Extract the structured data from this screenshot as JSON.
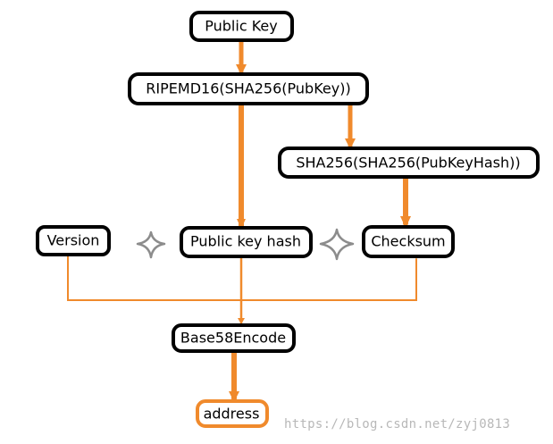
{
  "nodes": {
    "public_key": "Public Key",
    "ripemd": "RIPEMD16(SHA256(PubKey))",
    "sha_double": "SHA256(SHA256(PubKeyHash))",
    "version": "Version",
    "pubkey_hash": "Public key hash",
    "checksum": "Checksum",
    "base58": "Base58Encode",
    "address": "address"
  },
  "watermark": "https://blog.csdn.net/zyj0813",
  "colors": {
    "node_border": "#000000",
    "address_border": "#f08a2c",
    "arrow": "#f08a2c",
    "plus_symbol": "#8c8c8c",
    "watermark": "#b8b8b8"
  }
}
